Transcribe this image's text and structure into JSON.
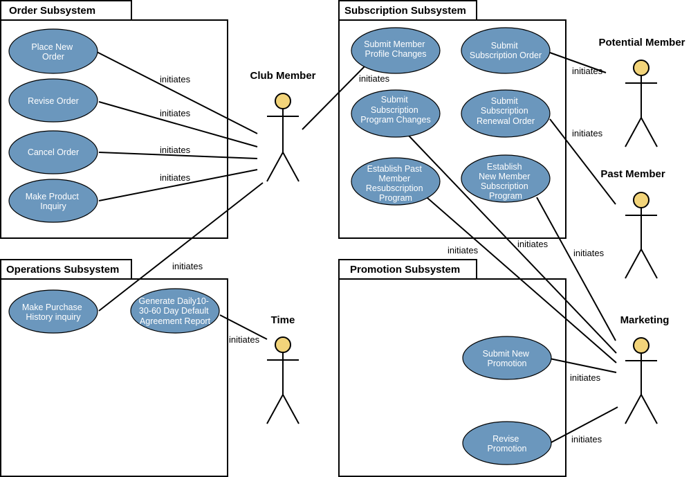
{
  "colors": {
    "usecase_fill": "#6b97bd",
    "actor_head": "#f2d47a",
    "line": "#000000"
  },
  "subsystems": {
    "order": {
      "title": "Order Subsystem"
    },
    "subscription": {
      "title": "Subscription Subsystem"
    },
    "operations": {
      "title": "Operations Subsystem"
    },
    "promotion": {
      "title": "Promotion Subsystem"
    }
  },
  "actors": {
    "club_member": {
      "name": "Club Member"
    },
    "potential_member": {
      "name": "Potential Member"
    },
    "past_member": {
      "name": "Past Member"
    },
    "time": {
      "name": "Time"
    },
    "marketing": {
      "name": "Marketing"
    }
  },
  "use_cases": {
    "place_new_order": {
      "lines": [
        "Place New",
        "Order"
      ]
    },
    "revise_order": {
      "lines": [
        "Revise Order"
      ]
    },
    "cancel_order": {
      "lines": [
        "Cancel Order"
      ]
    },
    "make_product_inquiry": {
      "lines": [
        "Make Product",
        "Inquiry"
      ]
    },
    "submit_member_profile_changes": {
      "lines": [
        "Submit Member",
        "Profile Changes"
      ]
    },
    "submit_subscription_order": {
      "lines": [
        "Submit",
        "Subscription Order"
      ]
    },
    "submit_subscription_program_changes": {
      "lines": [
        "Submit",
        "Subscription",
        "Program Changes"
      ]
    },
    "submit_subscription_renewal_order": {
      "lines": [
        "Submit",
        "Subscription",
        "Renewal Order"
      ]
    },
    "establish_past_member_resubscription_program": {
      "lines": [
        "Establish Past",
        "Member",
        "Resubscription",
        "Program"
      ]
    },
    "establish_new_member_subscription_program": {
      "lines": [
        "Establish",
        "New Member",
        "Subscription",
        "Program"
      ]
    },
    "make_purchase_history_inquiry": {
      "lines": [
        "Make Purchase",
        "History inquiry"
      ]
    },
    "generate_daily_default_agreement_report": {
      "lines": [
        "Generate Daily10-",
        "30-60 Day Default",
        "Agreement Report"
      ]
    },
    "submit_new_promotion": {
      "lines": [
        "Submit New",
        "Promotion"
      ]
    },
    "revise_promotion": {
      "lines": [
        "Revise",
        "Promotion"
      ]
    }
  },
  "associations": {
    "label": "initiates"
  }
}
